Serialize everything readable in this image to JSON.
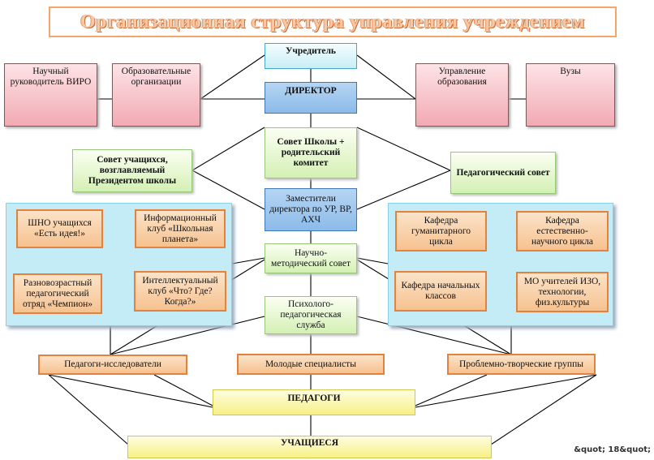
{
  "title": "Организационная структура управления учреждением",
  "nodes": {
    "founder": "Учредитель",
    "director": "ДИРЕКТОР",
    "council": "Совет Школы + родительский комитет",
    "deputies": "Заместители директора по УР, ВР, АХЧ",
    "methodical_council": "Научно-методический совет",
    "psych_service": "Психолого-педагогическая служба",
    "scientific_supervisor": "Научный руководитель ВИРО",
    "educational_orgs": "Образовательные организации",
    "education_dept": "Управление образования",
    "universities": "Вузы",
    "student_council": "Совет учащихся, возглавляемый Президентом школы",
    "pedagogical_council": "Педагогический совет",
    "left_panel": {
      "sno": "ШНО учащихся «Есть идея!»",
      "info_club": "Информационный клуб «Школьная планета»",
      "age_squad": "Разновозрастный педагогический отряд «Чемпион»",
      "intellect_club": "Интеллектуальный клуб «Что? Где? Когда?»"
    },
    "right_panel": {
      "humanities": "Кафедра гуманитарного цикла",
      "natural_science": "Кафедра естественно-научного цикла",
      "primary": "Кафедра начальных классов",
      "mo_arts": "МО учителей ИЗО, технологии, физ.культуры"
    },
    "researchers": "Педагоги-исследователи",
    "young_specialists": "Молодые специалисты",
    "creative_groups": "Проблемно-творческие группы",
    "teachers": "ПЕДАГОГИ",
    "students": "УЧАЩИЕСЯ"
  },
  "footnote": "&quot; 18&quot;"
}
